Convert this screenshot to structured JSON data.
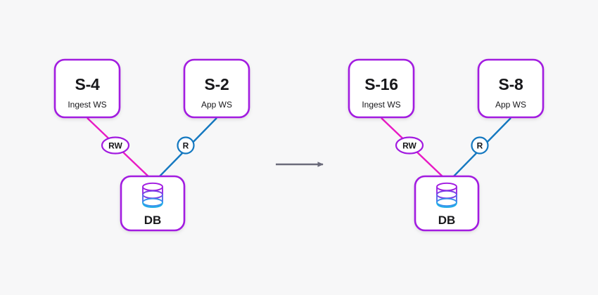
{
  "background_color": "#f7f7f8",
  "colors": {
    "box_border": "#a21ae0",
    "box_fill": "#ffffff",
    "rw_edge": "#e81ac4",
    "r_edge": "#1478c0",
    "text": "#18181b",
    "arrow": "#6b6b7b",
    "cylinder_top": "#a21ae0",
    "cylinder_bottom": "#22aee8"
  },
  "transition_arrow": {
    "name": "scale-up-arrow",
    "direction": "right"
  },
  "groups": [
    {
      "id": "before",
      "nodes": [
        {
          "id": "ingest",
          "title": "S-4",
          "subtitle": "Ingest WS"
        },
        {
          "id": "app",
          "title": "S-2",
          "subtitle": "App  WS"
        },
        {
          "id": "db",
          "title": "DB",
          "subtitle": ""
        }
      ],
      "edges": [
        {
          "id": "ingest-db",
          "label": "RW",
          "color": "#e81ac4",
          "shape": "ellipse"
        },
        {
          "id": "app-db",
          "label": "R",
          "color": "#1478c0",
          "shape": "circle"
        }
      ]
    },
    {
      "id": "after",
      "nodes": [
        {
          "id": "ingest",
          "title": "S-16",
          "subtitle": "Ingest WS"
        },
        {
          "id": "app",
          "title": "S-8",
          "subtitle": "App  WS"
        },
        {
          "id": "db",
          "title": "DB",
          "subtitle": ""
        }
      ],
      "edges": [
        {
          "id": "ingest-db",
          "label": "RW",
          "color": "#e81ac4",
          "shape": "ellipse"
        },
        {
          "id": "app-db",
          "label": "R",
          "color": "#1478c0",
          "shape": "circle"
        }
      ]
    }
  ]
}
